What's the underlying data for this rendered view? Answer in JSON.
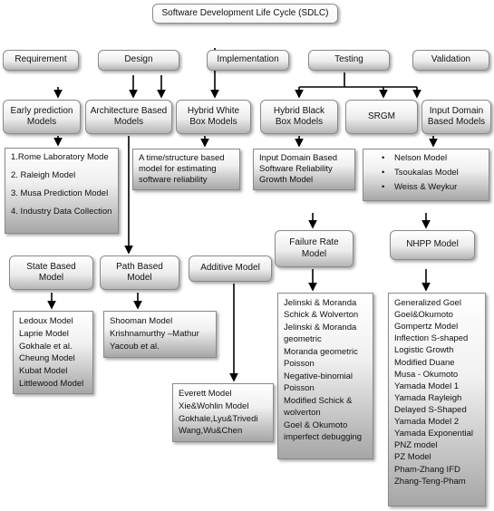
{
  "title": "Software Development Life Cycle (SDLC)",
  "phases": {
    "requirement": "Requirement",
    "design": "Design",
    "implementation": "Implementation",
    "testing": "Testing",
    "validation": "Validation"
  },
  "categories": {
    "early_prediction": "Early prediction Models",
    "architecture": "Architecture Based Models",
    "hybrid_white": "Hybrid White Box Models",
    "hybrid_black": "Hybrid Black Box Models",
    "srgm": "SRGM",
    "input_domain": "Input Domain Based Models"
  },
  "lists": {
    "early_prediction": [
      "1.Rome Laboratory Mode",
      "2. Raleigh Model",
      "3. Musa Prediction Model",
      "4. Industry Data Collection"
    ],
    "hybrid_white": "A time/structure based model for estimating software reliability",
    "hybrid_black": "Input Domain Based Software Reliability Growth Model",
    "input_domain": [
      "Nelson Model",
      "Tsoukalas Model",
      "Weiss & Weykur"
    ],
    "state_based": [
      "Ledoux  Model",
      "Laprie Model",
      "Gokhale et al.",
      "Cheung Model",
      "Kubat Model",
      "Littlewood Model"
    ],
    "path_based": [
      "Shooman Model",
      "Krishnamurthy –Mathur",
      "Yacoub et al."
    ],
    "additive": [
      "Everett Model",
      "Xie&Wohlin Model",
      "Gokhale,Lyu&Trivedi",
      "Wang,Wu&Chen"
    ],
    "failure_rate": [
      "Jelinski & Moranda",
      "Schick &  Wolverton",
      "Jelinski & Moranda",
      "geometric",
      "Moranda geometric",
      "Poisson",
      "Negative-binomial",
      "Poisson",
      "Modified Schick &",
      "wolverton",
      "Goel & Okumoto",
      "imperfect debugging"
    ],
    "nhpp": [
      "Generalized Goel",
      "Goel&Okumoto",
      "Gompertz Model",
      "Inflection S-shaped",
      "Logistic Growth",
      "Modified Duane",
      "Musa - Okumoto",
      "Yamada Model 1",
      "Yamada Rayleigh",
      "Delayed S-Shaped",
      "Yamada Model 2",
      "Yamada Exponential",
      "PNZ model",
      "PZ Model",
      "Pham-Zhang IFD",
      "Zhang-Teng-Pham"
    ]
  },
  "subcategories": {
    "state_based": "State Based Model",
    "path_based": "Path Based Model",
    "additive": "Additive Model",
    "failure_rate": "Failure Rate Model",
    "nhpp": "NHPP Model"
  }
}
